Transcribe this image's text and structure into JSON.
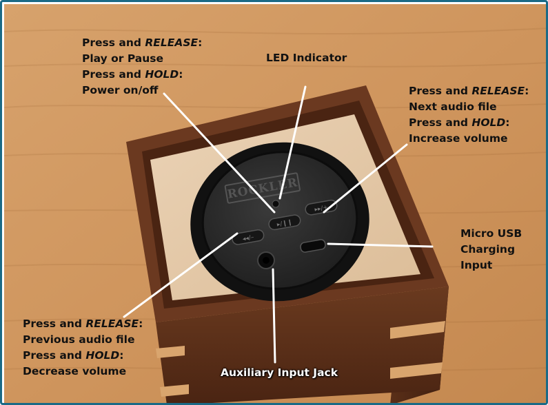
{
  "labels": {
    "play_pause": {
      "line1_pre": "Press and ",
      "line1_em": "RELEASE",
      "line1_post": ":",
      "line2": "Play or Pause",
      "line3_pre": "Press and ",
      "line3_em": "HOLD",
      "line3_post": ":",
      "line4": "Power on/off"
    },
    "led": {
      "text": "LED Indicator"
    },
    "next": {
      "line1_pre": "Press and ",
      "line1_em": "RELEASE",
      "line1_post": ":",
      "line2": "Next audio file",
      "line3_pre": "Press and ",
      "line3_em": "HOLD",
      "line3_post": ":",
      "line4": "Increase volume"
    },
    "usb": {
      "line1": "Micro USB",
      "line2": "Charging",
      "line3": "Input"
    },
    "previous": {
      "line1_pre": "Press and ",
      "line1_em": "RELEASE",
      "line1_post": ":",
      "line2": "Previous audio file",
      "line3_pre": "Press and ",
      "line3_em": "HOLD",
      "line3_post": ":",
      "line4": "Decrease volume"
    },
    "aux": {
      "text": "Auxiliary Input Jack"
    }
  },
  "device": {
    "brand": "ROCKLER",
    "button_prev": "◂◂/–",
    "button_play": "▸/❙❙",
    "button_next": "▸▸/+"
  },
  "colors": {
    "frame": "#1a6a86",
    "wood_background": "#d49a62",
    "walnut": "#5a2f18",
    "maple_panel": "#e3c9ab",
    "speaker_face": "#262626",
    "leader_line": "#ffffff"
  }
}
